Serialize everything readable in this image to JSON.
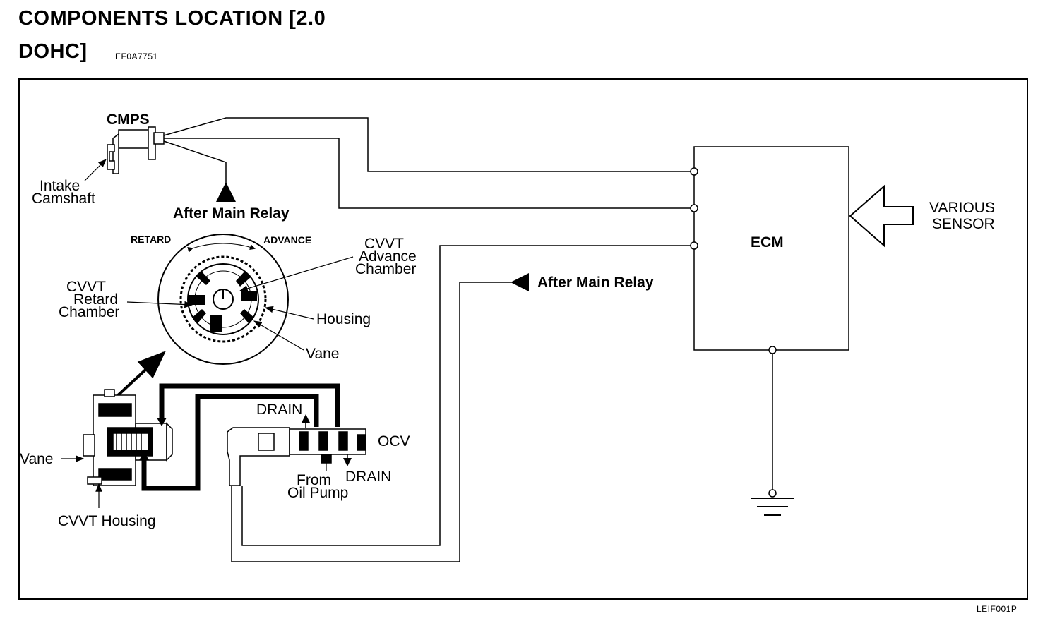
{
  "header": {
    "title_line1": "COMPONENTS LOCATION [2.0",
    "title_line2": "DOHC]",
    "doc_code": "EF0A7751"
  },
  "footer": {
    "figure_code": "LEIF001P"
  },
  "labels": {
    "cmps": "CMPS",
    "intake": "Intake",
    "camshaft": "Camshaft",
    "after_main_relay_top": "After Main Relay",
    "after_main_relay_mid": "After Main Relay",
    "retard": "RETARD",
    "advance": "ADVANCE",
    "cvvt_adv_1": "CVVT",
    "cvvt_adv_2": "Advance",
    "cvvt_adv_3": "Chamber",
    "cvvt_ret_1": "CVVT",
    "cvvt_ret_2": "Retard",
    "cvvt_ret_3": "Chamber",
    "housing": "Housing",
    "vane_top": "Vane",
    "vane_left": "Vane",
    "cvvt_housing": "CVVT Housing",
    "drain_top": "DRAIN",
    "drain_bottom": "DRAIN",
    "ocv": "OCV",
    "from": "From",
    "oil_pump": "Oil Pump",
    "ecm": "ECM",
    "various": "VARIOUS",
    "sensor": "SENSOR"
  }
}
